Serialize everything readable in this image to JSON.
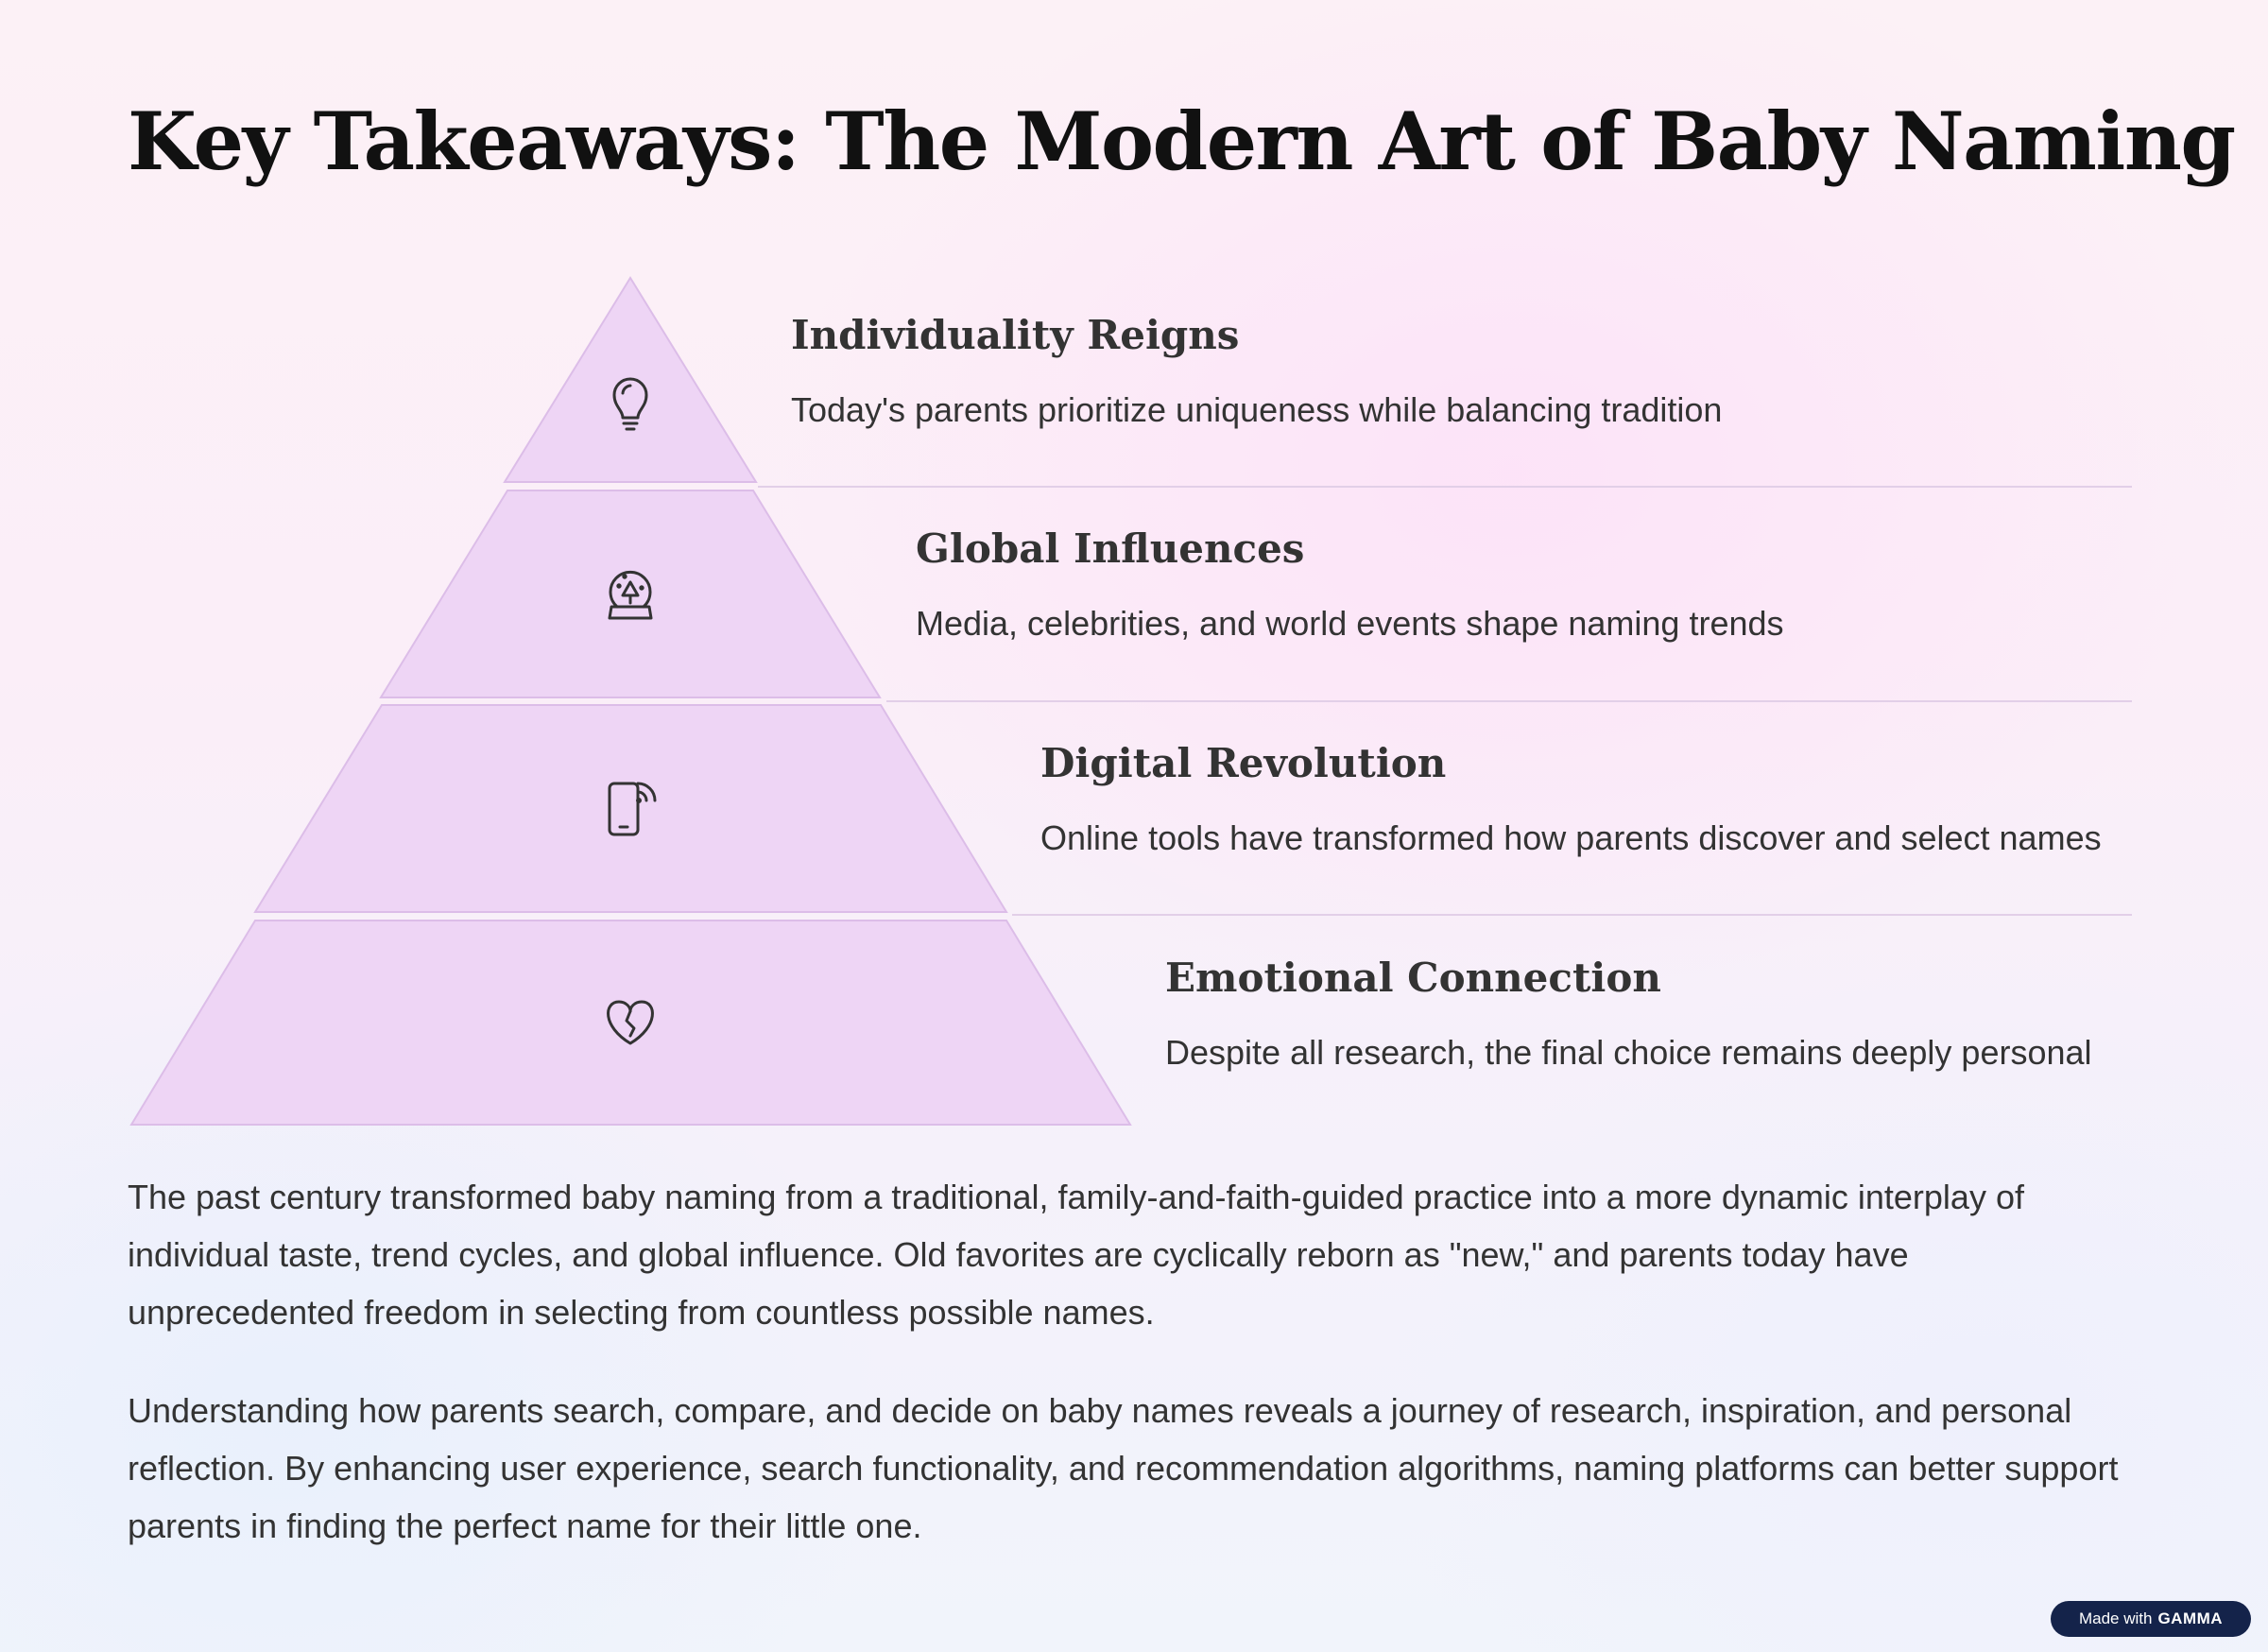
{
  "title": "Key Takeaways: The Modern Art of Baby Naming",
  "tiers": [
    {
      "heading": "Individuality Reigns",
      "description": "Today's parents prioritize uniqueness while balancing tradition",
      "icon": "lightbulb-icon"
    },
    {
      "heading": "Global Influences",
      "description": "Media, celebrities, and world events shape naming trends",
      "icon": "snow-globe-icon"
    },
    {
      "heading": "Digital Revolution",
      "description": "Online tools have transformed how parents discover and select names",
      "icon": "smartphone-signal-icon"
    },
    {
      "heading": "Emotional Connection",
      "description": "Despite all research, the final choice remains deeply personal",
      "icon": "heart-icon"
    }
  ],
  "paragraphs": [
    "The past century transformed baby naming from a traditional, family-and-faith-guided practice into a more dynamic interplay of individual taste, trend cycles, and global influence. Old favorites are cyclically reborn as \"new,\" and parents today have unprecedented freedom in selecting from countless possible names.",
    "Understanding how parents search, compare, and decide on baby names reveals a journey of research, inspiration, and personal reflection. By enhancing user experience, search functionality, and recommendation algorithms, naming platforms can better support parents in finding the perfect name for their little one."
  ],
  "badge": {
    "prefix": "Made with",
    "brand": "GAMMA"
  },
  "colors": {
    "tier_fill": "#eed5f5",
    "tier_stroke": "#dcbde8",
    "divider": "#e2cfe8",
    "text": "#333333",
    "title": "#111111",
    "badge_bg": "#14234a"
  }
}
